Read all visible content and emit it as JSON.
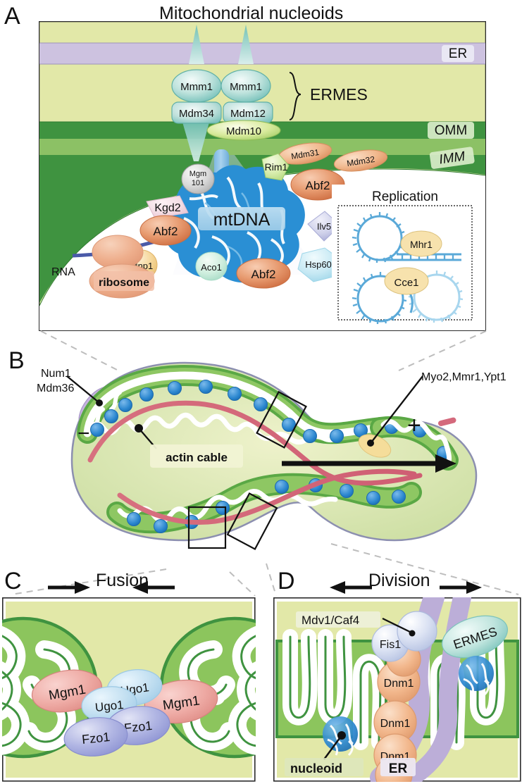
{
  "figure": {
    "title": "Mitochondrial nucleoids",
    "panels": [
      {
        "letter": "A",
        "title": "Mitochondrial nucleoids"
      },
      {
        "letter": "B",
        "title": ""
      },
      {
        "letter": "C",
        "title": "Fusion"
      },
      {
        "letter": "D",
        "title": "Division"
      }
    ]
  },
  "panelA": {
    "letter": "A",
    "title": "Mitochondrial nucleoids",
    "compartment_labels": {
      "er": "ER",
      "omm": "OMM",
      "imm": "IMM"
    },
    "ermes": {
      "bracket_label": "ERMES",
      "components": [
        "Mmm1",
        "Mmm1",
        "Mdm34",
        "Mdm12",
        "Mdm10"
      ]
    },
    "imm_proteins": [
      "Mdm31",
      "Mdm32"
    ],
    "nucleoid": {
      "center_label": "mtDNA",
      "factors": [
        "Mgm 101",
        "Rim1",
        "Abf2",
        "Kgd2",
        "Ilv5",
        "Abf2",
        "Aco1",
        "Abf2",
        "Hsp60"
      ],
      "mgm101_line1": "Mgm",
      "mgm101_line2": "101"
    },
    "translation": {
      "rna_label": "RNA",
      "ribosome_label": "ribosome",
      "mnp1_label": "Mnp1"
    },
    "replication": {
      "title": "Replication",
      "mhr1_label": "Mhr1",
      "cce1_label": "Cce1"
    }
  },
  "panelB": {
    "letter": "B",
    "labels": {
      "num1": "Num1",
      "mdm36": "Mdm36",
      "myo2": "Myo2,Mmr1,Ypt1",
      "actin_cable": "actin cable",
      "minus_end": "−",
      "plus_end": "+"
    }
  },
  "panelC": {
    "letter": "C",
    "title": "Fusion",
    "proteins": [
      "Mgm1",
      "Ugo1",
      "Ugo1",
      "Mgm1",
      "Fzo1",
      "Fzo1"
    ]
  },
  "panelD": {
    "letter": "D",
    "title": "Division",
    "labels": {
      "mdv1": "Mdv1/Caf4",
      "fis1": "Fis1",
      "dnm1_a": "Dnm1",
      "dnm1_b": "Dnm1",
      "dnm1_c": "Dnm1",
      "ermes": "ERMES",
      "nucleoid": "nucleoid",
      "er": "ER"
    }
  },
  "colors": {
    "cytosol_yellow": "#e2e8a8",
    "er_purple": "#cdc2e0",
    "omm_green": "#4a9b4a",
    "imm_green": "#8ec15c",
    "matrix_white": "#ffffff",
    "mtdna_blue": "#2a8fd4",
    "abf2_orange": "#e08a60",
    "ribosome_salmon": "#eda887",
    "mnp1_tan": "#f2cd8a",
    "actin_red": "#d4697c",
    "nucleoid_blue": "#2f8fd6",
    "dnm1_peach": "#f3b58a",
    "fis1_blue": "#ccd6ee",
    "mgm1_pink": "#efa09a",
    "fzo1_violet": "#a8aee0",
    "ugo1_lightblue": "#bcd9ef",
    "ermes_teal": "#a9dbd4",
    "dashed_gray": "#bdbdbd"
  }
}
